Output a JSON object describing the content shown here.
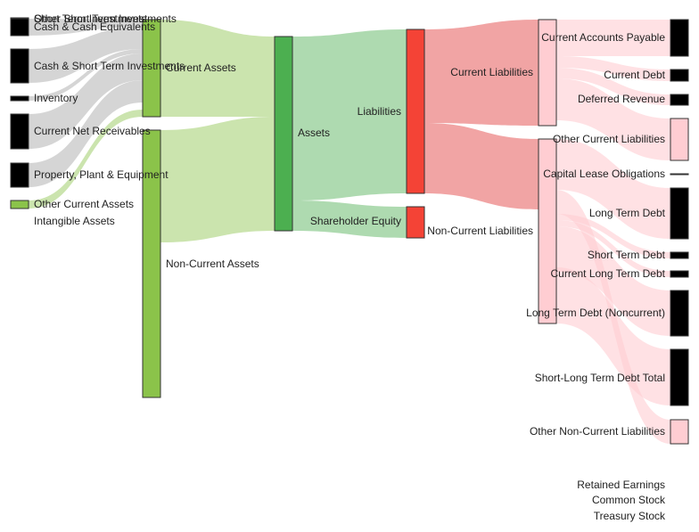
{
  "chart_data": {
    "type": "sankey",
    "colors": {
      "asset_node": "#8bc34a",
      "asset_total_node": "#4caf50",
      "liability_node": "#f44336",
      "neutral_node": "#9e9e9e",
      "light_node": "#ffcdd2",
      "asset_link": "#c5e1a5",
      "total_link": "#a5d6a7",
      "liability_link": "#ef9a9a",
      "grey_link": "#d0d0d0",
      "pink_link": "#ffcdd2"
    },
    "nodes": [
      {
        "id": "other-short-term-investments",
        "label": "Other Short Term Investments",
        "color": "neutral"
      },
      {
        "id": "short-term-investments",
        "label": "Short Term Investments",
        "color": "neutral"
      },
      {
        "id": "cash-and-cash-equivalents",
        "label": "Cash & Cash Equivalents",
        "color": "neutral"
      },
      {
        "id": "cash-short-term-investments",
        "label": "Cash & Short Term Investments",
        "color": "neutral"
      },
      {
        "id": "inventory",
        "label": "Inventory",
        "color": "neutral"
      },
      {
        "id": "current-net-receivables",
        "label": "Current Net Receivables",
        "color": "neutral"
      },
      {
        "id": "property-plant-equipment",
        "label": "Property, Plant & Equipment",
        "color": "neutral"
      },
      {
        "id": "other-current-assets",
        "label": "Other Current Assets",
        "color": "asset_node"
      },
      {
        "id": "intangible-assets",
        "label": "Intangible Assets",
        "color": "none"
      },
      {
        "id": "current-assets",
        "label": "Current Assets",
        "color": "asset_node"
      },
      {
        "id": "non-current-assets",
        "label": "Non-Current Assets",
        "color": "asset_node"
      },
      {
        "id": "assets",
        "label": "Assets",
        "color": "asset_total_node"
      },
      {
        "id": "liabilities",
        "label": "Liabilities",
        "color": "liability_node"
      },
      {
        "id": "shareholder-equity",
        "label": "Shareholder Equity",
        "color": "liability_node"
      },
      {
        "id": "current-liabilities",
        "label": "Current Liabilities",
        "color": "light_node"
      },
      {
        "id": "non-current-liabilities",
        "label": "Non-Current Liabilities",
        "color": "light_node"
      },
      {
        "id": "current-accounts-payable",
        "label": "Current Accounts Payable",
        "color": "neutral"
      },
      {
        "id": "current-debt",
        "label": "Current Debt",
        "color": "neutral"
      },
      {
        "id": "deferred-revenue",
        "label": "Deferred Revenue",
        "color": "neutral"
      },
      {
        "id": "other-current-liabilities",
        "label": "Other Current Liabilities",
        "color": "light_node"
      },
      {
        "id": "capital-lease-obligations",
        "label": "Capital Lease Obligations",
        "color": "neutral"
      },
      {
        "id": "long-term-debt",
        "label": "Long Term Debt",
        "color": "neutral"
      },
      {
        "id": "short-term-debt",
        "label": "Short Term Debt",
        "color": "neutral"
      },
      {
        "id": "current-long-term-debt",
        "label": "Current Long Term Debt",
        "color": "neutral"
      },
      {
        "id": "long-term-debt-noncurrent",
        "label": "Long Term Debt (Noncurrent)",
        "color": "neutral"
      },
      {
        "id": "short-long-term-debt-total",
        "label": "Short-Long Term Debt Total",
        "color": "neutral"
      },
      {
        "id": "other-non-current-liabilities",
        "label": "Other Non-Current Liabilities",
        "color": "light_node"
      },
      {
        "id": "retained-earnings",
        "label": "Retained Earnings",
        "color": "none"
      },
      {
        "id": "common-stock",
        "label": "Common Stock",
        "color": "none"
      },
      {
        "id": "treasury-stock",
        "label": "Treasury Stock",
        "color": "none"
      }
    ],
    "links": [
      {
        "source": "cash-and-cash-equivalents",
        "target": "current-assets",
        "value": 2.0
      },
      {
        "source": "cash-short-term-investments",
        "target": "current-assets",
        "value": 4.0
      },
      {
        "source": "inventory",
        "target": "current-assets",
        "value": 0.6
      },
      {
        "source": "current-net-receivables",
        "target": "current-assets",
        "value": 4.2
      },
      {
        "source": "property-plant-equipment",
        "target": "current-assets",
        "value": 2.8
      },
      {
        "source": "other-current-assets",
        "target": "current-assets",
        "value": 1.0
      },
      {
        "source": "current-assets",
        "target": "assets",
        "value": 11.0
      },
      {
        "source": "non-current-assets",
        "target": "assets",
        "value": 14.0
      },
      {
        "source": "assets",
        "target": "liabilities",
        "value": 21.0
      },
      {
        "source": "assets",
        "target": "shareholder-equity",
        "value": 4.0
      },
      {
        "source": "liabilities",
        "target": "current-liabilities",
        "value": 12.0
      },
      {
        "source": "liabilities",
        "target": "non-current-liabilities",
        "value": 9.0
      },
      {
        "source": "current-liabilities",
        "target": "current-accounts-payable",
        "value": 5.0
      },
      {
        "source": "current-liabilities",
        "target": "current-debt",
        "value": 1.5
      },
      {
        "source": "current-liabilities",
        "target": "deferred-revenue",
        "value": 1.5
      },
      {
        "source": "current-liabilities",
        "target": "other-current-liabilities",
        "value": 4.0
      },
      {
        "source": "non-current-liabilities",
        "target": "long-term-debt",
        "value": 5.0
      },
      {
        "source": "non-current-liabilities",
        "target": "other-non-current-liabilities",
        "value": 4.0
      },
      {
        "source": "non-current-liabilities",
        "target": "short-term-debt",
        "value": 0.6
      },
      {
        "source": "non-current-liabilities",
        "target": "current-long-term-debt",
        "value": 0.6
      },
      {
        "source": "non-current-liabilities",
        "target": "long-term-debt-noncurrent",
        "value": 4.0
      },
      {
        "source": "non-current-liabilities",
        "target": "short-long-term-debt-total",
        "value": 5.0
      }
    ]
  }
}
